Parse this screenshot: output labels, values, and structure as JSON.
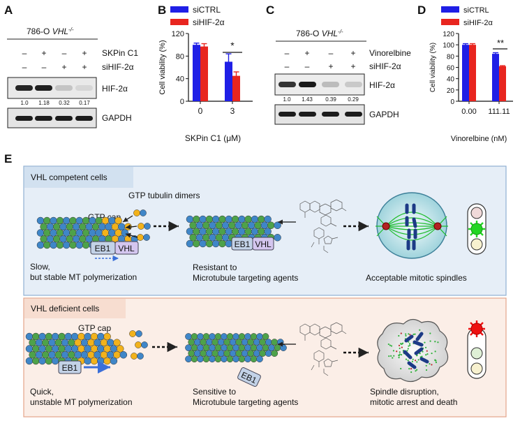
{
  "panels": {
    "A": {
      "letter": "A",
      "cell_line": "786-O",
      "genotype": "VHL",
      "genotype_sup": "-/-",
      "row1_label": "SKPin C1",
      "row2_label": "siHIF-2α",
      "row1_signs": [
        "–",
        "+",
        "–",
        "+"
      ],
      "row2_signs": [
        "–",
        "–",
        "+",
        "+"
      ],
      "blot1_label": "HIF-2α",
      "blot2_label": "GAPDH",
      "quant": [
        "1.0",
        "1.18",
        "0.32",
        "0.17"
      ],
      "band_intensity": [
        0.92,
        0.95,
        0.18,
        0.1
      ]
    },
    "B": {
      "letter": "B",
      "significance": "*"
    },
    "C": {
      "letter": "C",
      "cell_line": "786-O",
      "genotype": "VHL",
      "genotype_sup": "-/-",
      "row1_label": "Vinorelbine",
      "row2_label": "siHIF-2α",
      "row1_signs": [
        "–",
        "+",
        "–",
        "+"
      ],
      "row2_signs": [
        "–",
        "–",
        "+",
        "+"
      ],
      "blot1_label": "HIF-2α",
      "blot2_label": "GAPDH",
      "quant": [
        "1.0",
        "1.43",
        "0.39",
        "0.29"
      ],
      "band_intensity": [
        0.85,
        0.97,
        0.22,
        0.16
      ]
    },
    "D": {
      "letter": "D",
      "significance": "**"
    },
    "E": {
      "letter": "E",
      "competent": {
        "title": "VHL competent cells",
        "dimers_label": "GTP tubulin dimers",
        "gtp_cap": "GTP cap",
        "eb1": "EB1",
        "vhl": "VHL",
        "caption1": "Slow,\nbut stable MT polymerization",
        "caption2": "Resistant to\nMicrotubule targeting agents",
        "caption3": "Acceptable mitotic spindles",
        "box_color": "#e6eef7",
        "border_color": "#8fb0d3"
      },
      "deficient": {
        "title": "VHL deficient cells",
        "gtp_cap": "GTP cap",
        "eb1": "EB1",
        "caption1": "Quick,\nunstable MT polymerization",
        "caption2": "Sensitive to\nMicrotubule targeting agents",
        "caption3": "Spindle disruption,\nmitotic arrest and death",
        "box_color": "#fbeee7",
        "border_color": "#e4a48a"
      }
    }
  },
  "colors": {
    "blue": "#1f1fe6",
    "red": "#e8251f",
    "tubulin_blue": "#3f86c8",
    "tubulin_green": "#4ea24a",
    "tubulin_yellow": "#f2b21b",
    "signal_green": "#22d622",
    "signal_red": "#ee1111"
  },
  "chart_data": [
    {
      "type": "bar",
      "panel": "B",
      "categories": [
        "0",
        "3"
      ],
      "series": [
        {
          "name": "siCTRL",
          "values": [
            100,
            70
          ],
          "errors": [
            3,
            14
          ],
          "color": "#1f1fe6"
        },
        {
          "name": "siHIF-2α",
          "values": [
            97,
            45
          ],
          "errors": [
            5,
            7
          ],
          "color": "#e8251f"
        }
      ],
      "xlabel": "SKPin C1 (μM)",
      "ylabel": "Cell viability (%)",
      "ylim": [
        0,
        120
      ],
      "yticks": [
        "0",
        "40",
        "80",
        "120"
      ],
      "legend": "top-right",
      "grid": false
    },
    {
      "type": "bar",
      "panel": "D",
      "categories": [
        "0.00",
        "111.11"
      ],
      "series": [
        {
          "name": "siCTRL",
          "values": [
            100,
            84
          ],
          "errors": [
            2,
            2
          ],
          "color": "#1f1fe6"
        },
        {
          "name": "siHIF-2α",
          "values": [
            100,
            62
          ],
          "errors": [
            2,
            1
          ],
          "color": "#e8251f"
        }
      ],
      "xlabel": "Vinorelbine (nM)",
      "ylabel": "Cell viability (%)",
      "ylim": [
        0,
        120
      ],
      "yticks": [
        "0",
        "20",
        "40",
        "60",
        "80",
        "100",
        "120"
      ],
      "legend": "top-right",
      "grid": false
    }
  ]
}
